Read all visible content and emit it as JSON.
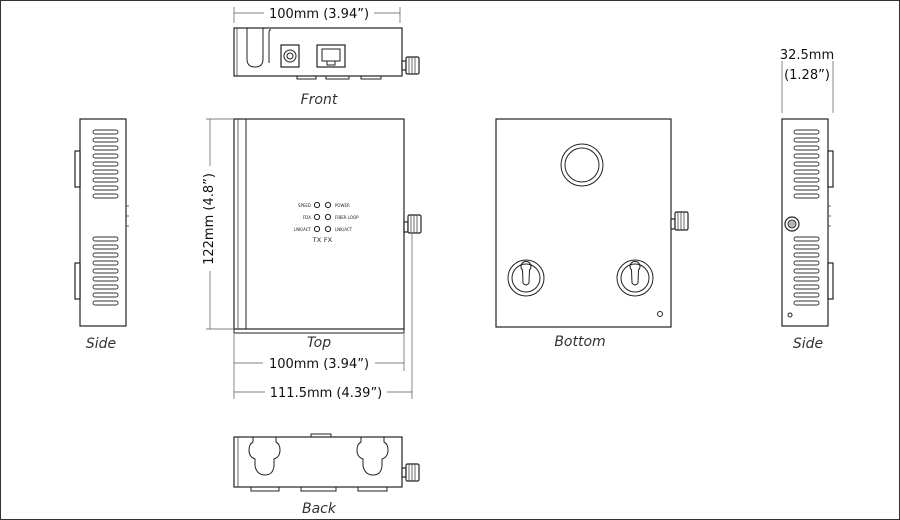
{
  "captions": {
    "front": "Front",
    "top": "Top",
    "bottom": "Bottom",
    "side_left": "Side",
    "side_right": "Side",
    "back": "Back"
  },
  "dimensions": {
    "front_width": "100mm (3.94”)",
    "top_width": "100mm (3.94”)",
    "overall_width": "111.5mm (4.39”)",
    "height": "122mm (4.8”)",
    "depth_mm": "32.5mm",
    "depth_in": "(1.28”)"
  },
  "leds": {
    "left": [
      "SPEED",
      "FDX",
      "LNK/ACT"
    ],
    "right": [
      "POWER",
      "FIBER LOOP",
      "LNK/ACT"
    ],
    "tx": "TX",
    "fx": "FX"
  }
}
